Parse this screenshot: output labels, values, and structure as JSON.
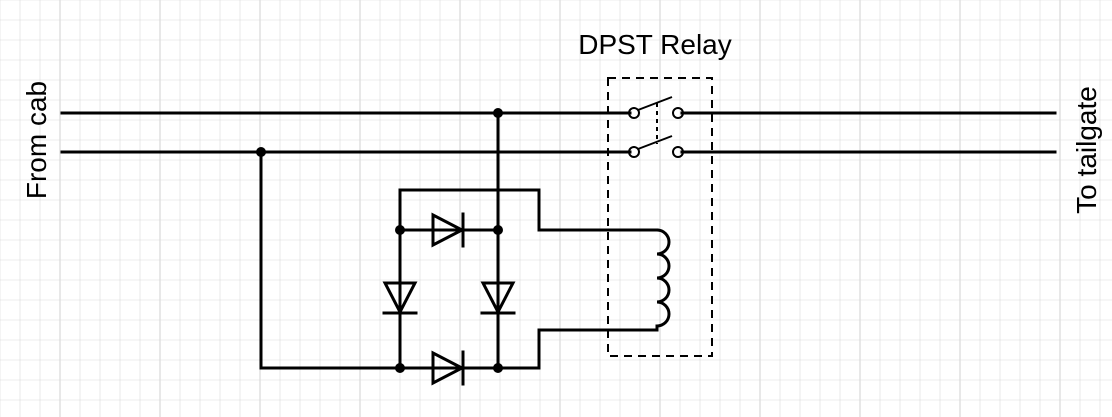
{
  "labels": {
    "left": "From cab",
    "right": "To tailgate",
    "relay": "DPST Relay"
  },
  "colors": {
    "background": "#ffffff",
    "grid": "#d9d9d9",
    "ink": "#000000"
  }
}
